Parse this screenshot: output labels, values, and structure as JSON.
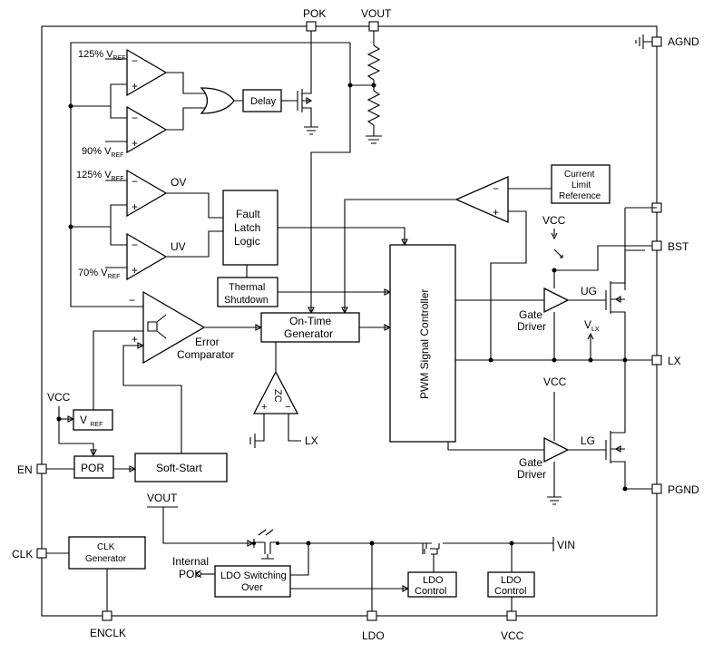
{
  "pins": {
    "pok": "POK",
    "vout": "VOUT",
    "agnd": "AGND",
    "bst": "BST",
    "lx": "LX",
    "pgnd": "PGND",
    "en": "EN",
    "clk": "CLK",
    "enclk": "ENCLK",
    "ldo": "LDO",
    "vcc": "VCC"
  },
  "comparators": {
    "ref_125_a": "125%",
    "ref_90": "90%",
    "ref_125_b": "125%",
    "ref_70": "70%",
    "vref_main": "V",
    "vref_sub": "REF",
    "ov": "OV",
    "uv": "UV"
  },
  "blocks": {
    "delay": "Delay",
    "fault_l1": "Fault",
    "fault_l2": "Latch",
    "fault_l3": "Logic",
    "thermal_l1": "Thermal",
    "thermal_l2": "Shutdown",
    "on_time_l1": "On-Time",
    "on_time_l2": "Generator",
    "pwm": "PWM Signal Controller",
    "current_l1": "Current",
    "current_l2": "Limit",
    "current_l3": "Reference",
    "error_l1": "Error",
    "error_l2": "Comparator",
    "vref_box_main": "V",
    "vref_box_sub": "REF",
    "por": "POR",
    "soft_start": "Soft-Start",
    "clk_gen_l1": "CLK",
    "clk_gen_l2": "Generator",
    "ldo_sw_l1": "LDO Switching",
    "ldo_sw_l2": "Over",
    "ldo_ctrl_l1": "LDO",
    "ldo_ctrl_l2": "Control",
    "vcc_ctrl_l1": "LDO",
    "vcc_ctrl_l2": "Control",
    "zc": "ZC"
  },
  "labels": {
    "vcc_top": "VCC",
    "vcc_lg": "VCC",
    "vcc_left": "VCC",
    "ug": "UG",
    "lg": "LG",
    "gate_l1_top": "Gate",
    "gate_l2_top": "Driver",
    "gate_l1_bot": "Gate",
    "gate_l2_bot": "Driver",
    "vlx_main": "V",
    "vlx_sub": "LX",
    "zc_lx": "LX",
    "vout_mid": "VOUT",
    "vin": "VIN",
    "internal_l1": "Internal",
    "internal_l2": "POK",
    "minus": "−",
    "plus": "+"
  }
}
